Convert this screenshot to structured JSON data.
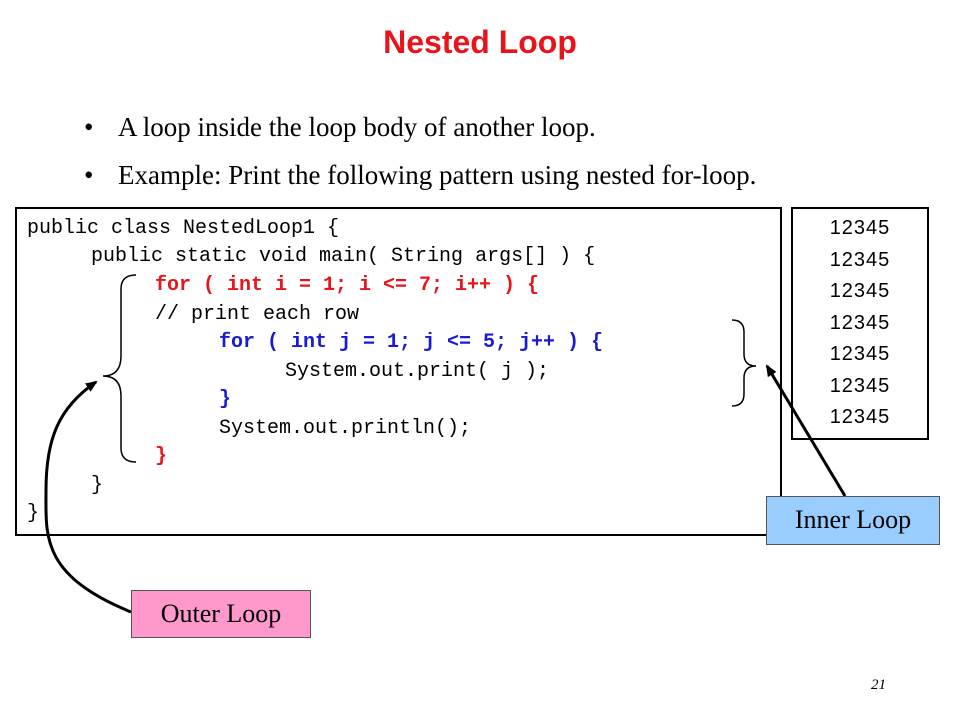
{
  "slide": {
    "title": "Nested Loop",
    "page_number": "21"
  },
  "bullets": [
    "A loop inside the loop body of another loop.",
    "Example: Print the following pattern using nested for-loop."
  ],
  "code": {
    "line1": "public class NestedLoop1 {",
    "line2": "public static void main( String args[] ) {",
    "line3": "for ( int i = 1; i <= 7; i++ ) {",
    "line4": "// print each row",
    "line5": "for ( int j = 1; j <= 5; j++ ) {",
    "line6": "System.out.print( j );",
    "line7": "}",
    "line8": "System.out.println();",
    "line9": "}",
    "line10": "}",
    "line11": "}"
  },
  "output": [
    "12345",
    "12345",
    "12345",
    "12345",
    "12345",
    "12345",
    "12345"
  ],
  "labels": {
    "inner": "Inner Loop",
    "outer": "Outer Loop"
  },
  "colors": {
    "title": "#e8141c",
    "outer_loop_code": "#e8141c",
    "inner_loop_code": "#1a1ad4",
    "inner_label_bg": "#99ccff",
    "outer_label_bg": "#ff99cc"
  }
}
